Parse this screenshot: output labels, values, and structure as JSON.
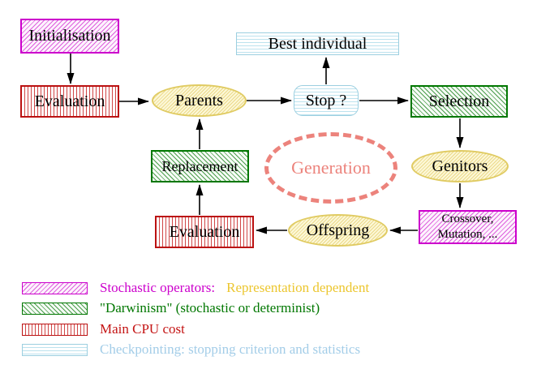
{
  "diagram": {
    "nodes": {
      "initialisation": {
        "label": "Initialisation"
      },
      "evaluation_top": {
        "label": "Evaluation"
      },
      "parents": {
        "label": "Parents"
      },
      "best_individual": {
        "label": "Best individual"
      },
      "stop": {
        "label": "Stop ?"
      },
      "selection": {
        "label": "Selection"
      },
      "replacement": {
        "label": "Replacement"
      },
      "generation": {
        "label": "Generation"
      },
      "genitors": {
        "label": "Genitors"
      },
      "evaluation_bottom": {
        "label": "Evaluation"
      },
      "offspring": {
        "label": "Offspring"
      },
      "crossover_mutation": {
        "line1": "Crossover,",
        "line2": "Mutation, ..."
      }
    }
  },
  "legend": {
    "items": [
      {
        "label": "Stochastic operators:",
        "suffix": "Representation dependent"
      },
      {
        "label": "\"Darwinism\" (stochastic or determinist)"
      },
      {
        "label": "Main CPU cost"
      },
      {
        "label": "Checkpointing: stopping criterion and statistics"
      }
    ]
  },
  "colors": {
    "magenta": "#cc00cc",
    "magentaLine": "#dd60dd",
    "magentaFill": "#fdf2fd",
    "red": "#bb1111",
    "redLine": "#d04848",
    "redText": "#c41414",
    "green": "#007700",
    "greenLine": "#4d9e4d",
    "greenFill": "#f6fbf6",
    "cyan": "#9ccfe0",
    "cyanLine": "#bce2ee",
    "yellow": "#e0cb62",
    "yellowLine": "#ecd98a",
    "yellowFill": "#fcf8d8",
    "salmon": "#ec837c",
    "gold": "#ecc62e",
    "lightblue": "#a3cde8"
  }
}
